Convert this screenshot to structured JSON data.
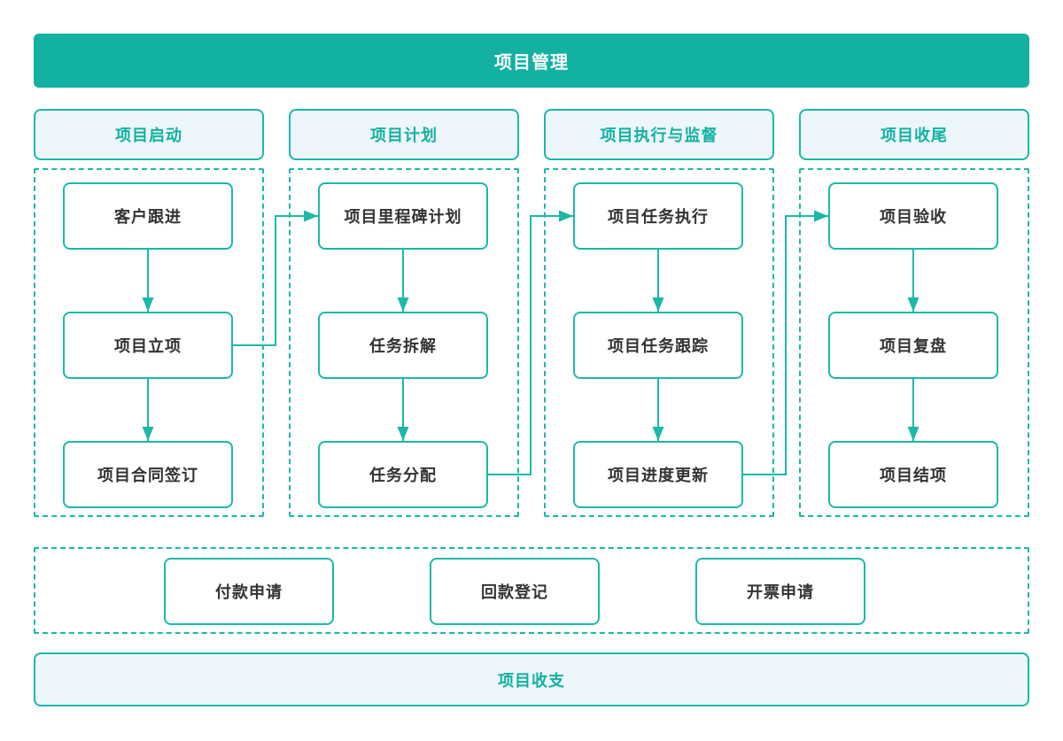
{
  "title": {
    "label": "项目管理"
  },
  "colors": {
    "teal_solid": "#12b1a2",
    "stroke_teal": "#1cb8a8",
    "light_blue_fill": "#edf6fb",
    "node_text": "#333333",
    "banner_text": "#ffffff"
  },
  "phases": [
    {
      "label": "项目启动",
      "nodes": [
        {
          "id": "c1r1",
          "label": "客户跟进"
        },
        {
          "id": "c1r2",
          "label": "项目立项"
        },
        {
          "id": "c1r3",
          "label": "项目合同签订"
        }
      ]
    },
    {
      "label": "项目计划",
      "nodes": [
        {
          "id": "c2r1",
          "label": "项目里程碑计划"
        },
        {
          "id": "c2r2",
          "label": "任务拆解"
        },
        {
          "id": "c2r3",
          "label": "任务分配"
        }
      ]
    },
    {
      "label": "项目执行与监督",
      "nodes": [
        {
          "id": "c3r1",
          "label": "项目任务执行"
        },
        {
          "id": "c3r2",
          "label": "项目任务跟踪"
        },
        {
          "id": "c3r3",
          "label": "项目进度更新"
        }
      ]
    },
    {
      "label": "项目收尾",
      "nodes": [
        {
          "id": "c4r1",
          "label": "项目验收"
        },
        {
          "id": "c4r2",
          "label": "项目复盘"
        },
        {
          "id": "c4r3",
          "label": "项目结项"
        }
      ]
    }
  ],
  "edges": [
    {
      "from": "c1r1",
      "to": "c1r2",
      "type": "down"
    },
    {
      "from": "c1r2",
      "to": "c1r3",
      "type": "down"
    },
    {
      "from": "c2r1",
      "to": "c2r2",
      "type": "down"
    },
    {
      "from": "c2r2",
      "to": "c2r3",
      "type": "down"
    },
    {
      "from": "c3r1",
      "to": "c3r2",
      "type": "down"
    },
    {
      "from": "c3r2",
      "to": "c3r3",
      "type": "down"
    },
    {
      "from": "c4r1",
      "to": "c4r2",
      "type": "down"
    },
    {
      "from": "c4r2",
      "to": "c4r3",
      "type": "down"
    },
    {
      "from": "c1r2",
      "to": "c2r1",
      "type": "elbow"
    },
    {
      "from": "c2r3",
      "to": "c3r1",
      "type": "elbow"
    },
    {
      "from": "c3r3",
      "to": "c4r1",
      "type": "elbow"
    }
  ],
  "finance": {
    "items": [
      {
        "id": "f1",
        "label": "付款申请"
      },
      {
        "id": "f2",
        "label": "回款登记"
      },
      {
        "id": "f3",
        "label": "开票申请"
      }
    ]
  },
  "footer": {
    "label": "项目收支"
  }
}
